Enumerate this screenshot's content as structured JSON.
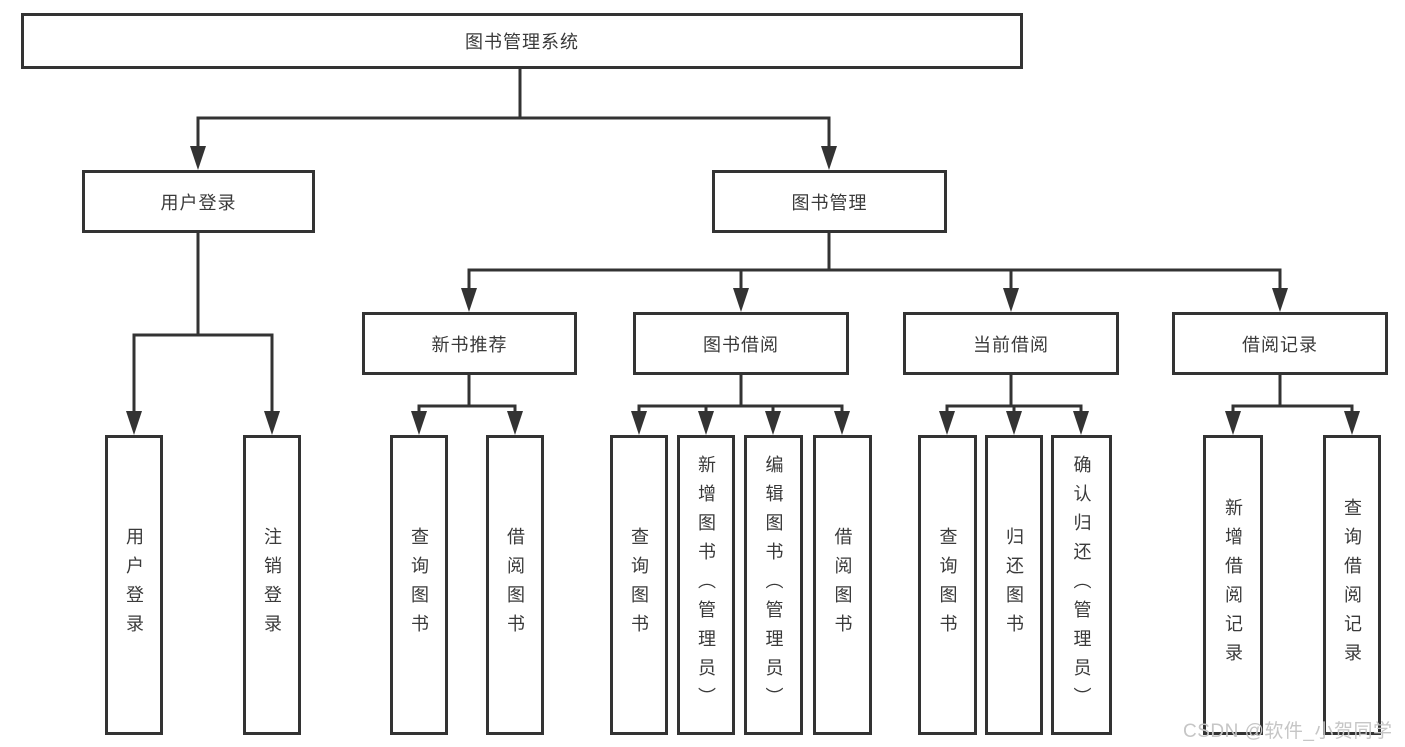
{
  "diagram": {
    "title": "图书管理系统",
    "root": {
      "label": "图书管理系统"
    },
    "level2": [
      {
        "label": "用户登录",
        "children": [
          "用户登录",
          "注销登录"
        ]
      },
      {
        "label": "图书管理"
      }
    ],
    "level3": [
      {
        "label": "新书推荐",
        "children": [
          "查询图书",
          "借阅图书"
        ]
      },
      {
        "label": "图书借阅",
        "children": [
          "查询图书",
          "新增图书（管理员）",
          "编辑图书（管理员）",
          "借阅图书"
        ]
      },
      {
        "label": "当前借阅",
        "children": [
          "查询图书",
          "归还图书",
          "确认归还（管理员）"
        ]
      },
      {
        "label": "借阅记录",
        "children": [
          "新增借阅记录",
          "查询借阅记录"
        ]
      }
    ]
  },
  "watermark": {
    "text": "CSDN @软件_小贺同学"
  },
  "colors": {
    "line": "#333333",
    "box_border": "#333333",
    "text": "#3a3a3a",
    "watermark": "#c6c6c6",
    "background": "#ffffff"
  }
}
